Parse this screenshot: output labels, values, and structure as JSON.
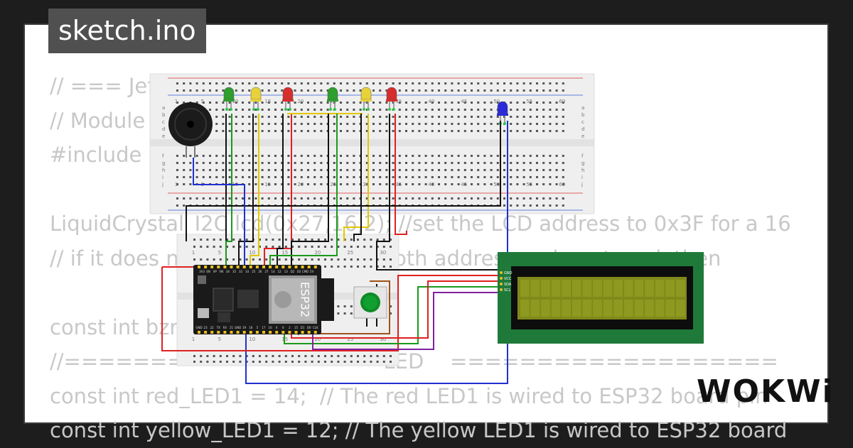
{
  "tab": {
    "title": "sketch.ino"
  },
  "code_lines": [
    "// === Jeff",
    "// Module",
    "#include <",
    "",
    "LiquidCrystal_I2C lcd(0x27,16,2); //set the LCD address to 0x3F for a 16",
    "// if it does not work try 0x3F, if both addresses do not work then",
    "",
    "const int bzr = 4; // connect the",
    "//=================    LED    ===================",
    "const int red_LED1 = 14;  // The red LED1 is wired to ESP32 board pin",
    "const int yellow_LED1 = 12; // The yellow LED1 is wired to ESP32 board"
  ],
  "breadboard_top": {
    "col_numbers": [
      "1",
      "5",
      "10",
      "15",
      "20",
      "25",
      "30",
      "35",
      "40",
      "45",
      "50",
      "55",
      "60"
    ],
    "row_letters_top": [
      "a",
      "b",
      "c",
      "d",
      "e"
    ],
    "row_letters_bottom": [
      "f",
      "g",
      "h",
      "i",
      "j"
    ]
  },
  "breadboard_bottom": {
    "col_numbers": [
      "1",
      "5",
      "10",
      "15",
      "20",
      "25",
      "30"
    ]
  },
  "esp32": {
    "chip_label": "ESP32",
    "pin_labels_top": [
      "3V3",
      "EN",
      "VP",
      "VN",
      "34",
      "35",
      "32",
      "33",
      "25",
      "26",
      "27",
      "14",
      "12",
      "13",
      "D2",
      "D3",
      "CMD",
      "5V"
    ],
    "pin_labels_bottom": [
      "GND",
      "23",
      "22",
      "TX",
      "RX",
      "21",
      "GND",
      "19",
      "18",
      "5",
      "17",
      "16",
      "4",
      "0",
      "2",
      "15",
      "D1",
      "D0",
      "CLK"
    ]
  },
  "lcd": {
    "pin_labels": [
      "GND",
      "VCC",
      "SDA",
      "SCL"
    ]
  },
  "leds": [
    {
      "color": "#2e9e2e"
    },
    {
      "color": "#e8d23a"
    },
    {
      "color": "#d62d2d"
    },
    {
      "color": "#2e9e2e"
    },
    {
      "color": "#e8d23a"
    },
    {
      "color": "#d62d2d"
    },
    {
      "color": "#2a2ad8"
    }
  ],
  "logo": {
    "text": "WOKWi"
  }
}
